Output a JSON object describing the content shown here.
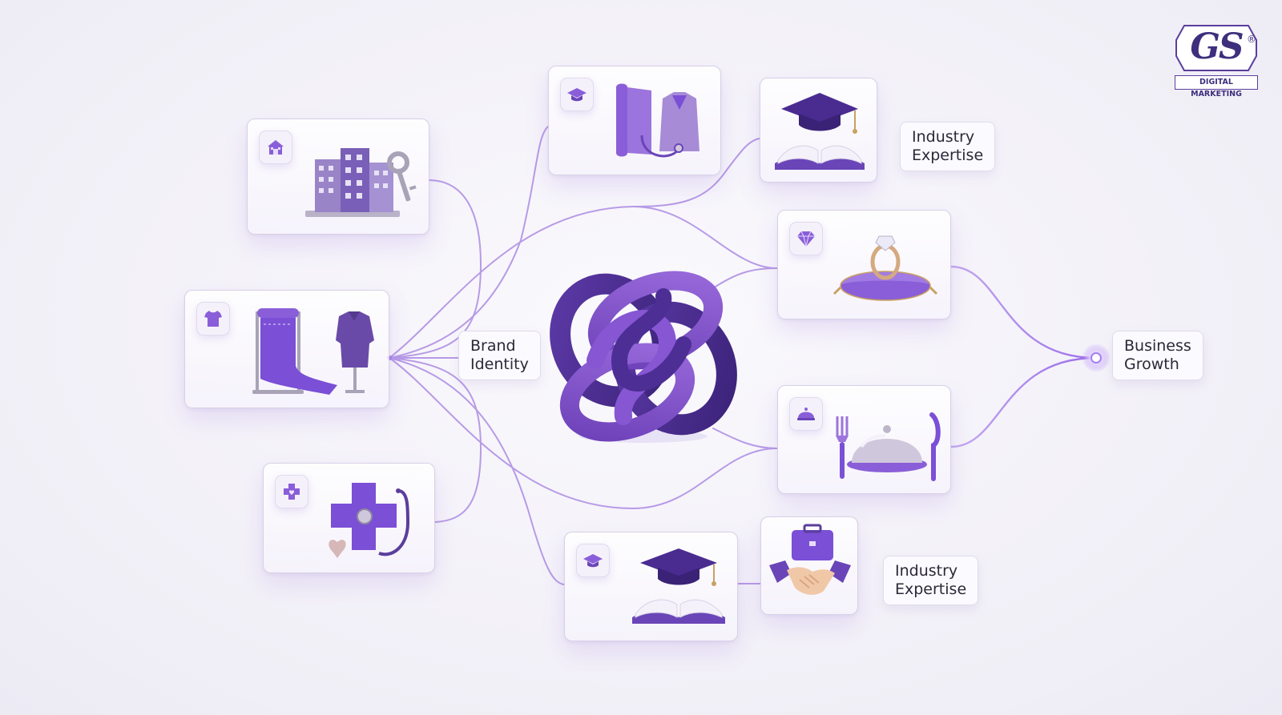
{
  "labels": {
    "brand_identity": [
      "Brand",
      "Identity"
    ],
    "industry_expertise_top": [
      "Industry",
      "Expertise"
    ],
    "industry_expertise_bottom": [
      "Industry",
      "Expertise"
    ],
    "business_growth": [
      "Business",
      "Growth"
    ]
  },
  "logo": {
    "mark": "GS",
    "registered": "®",
    "tagline": "DIGITAL MARKETING"
  },
  "cards": [
    {
      "id": "real-estate",
      "badge_icon": "house-icon",
      "illustration": "buildings-key-icon"
    },
    {
      "id": "fashion",
      "badge_icon": "tshirt-icon",
      "illustration": "fabric-shirt-icon"
    },
    {
      "id": "healthcare",
      "badge_icon": "medical-cross-heart-icon",
      "illustration": "medical-cross-stethoscope-icon"
    },
    {
      "id": "education-apparel",
      "badge_icon": "graduation-cap-icon",
      "illustration": "fabric-scrubs-icon"
    },
    {
      "id": "education",
      "badge_icon": "none",
      "illustration": "book-graduation-cap-icon"
    },
    {
      "id": "jewelry",
      "badge_icon": "diamond-icon",
      "illustration": "ring-cushion-icon"
    },
    {
      "id": "hospitality",
      "badge_icon": "cloche-icon",
      "illustration": "cloche-cutlery-icon"
    },
    {
      "id": "education-bottom",
      "badge_icon": "graduation-cap-icon",
      "illustration": "book-graduation-cap-icon"
    },
    {
      "id": "business",
      "badge_icon": "none",
      "illustration": "handshake-briefcase-icon"
    }
  ],
  "colors": {
    "accent": "#7b4fd6",
    "accent_dark": "#4a2c91",
    "connector": "#b79be6",
    "card_border": "#d7d1e6",
    "text": "#2c2838"
  }
}
